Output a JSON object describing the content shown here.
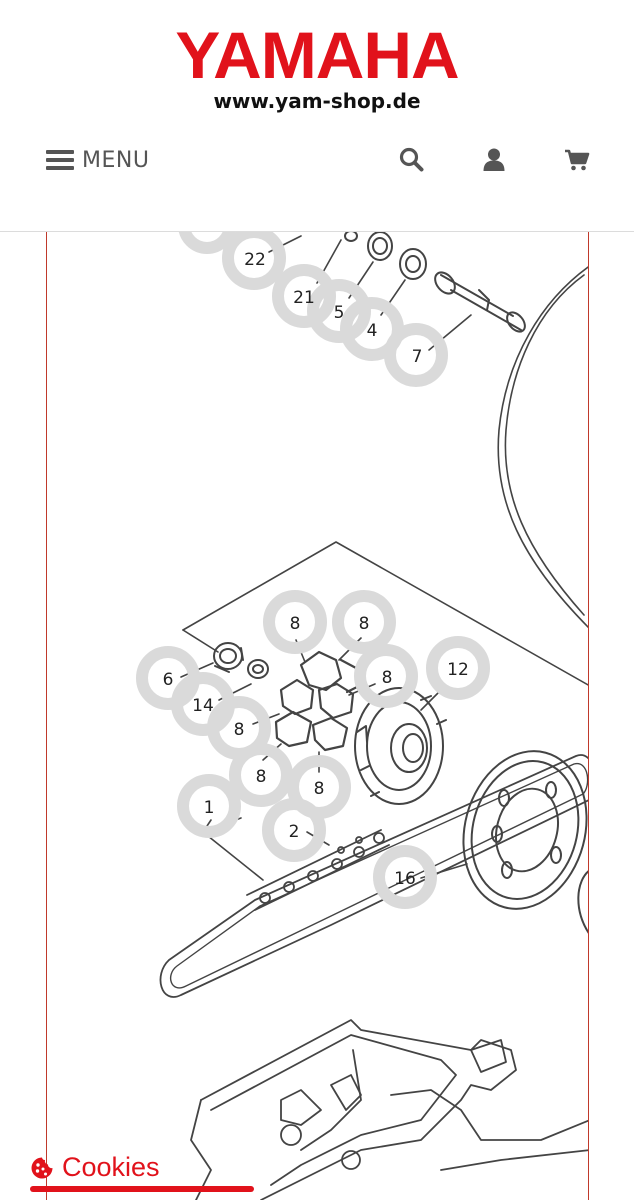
{
  "brand": {
    "name": "YAMAHA",
    "url": "www.yam-shop.de",
    "color": "#e1121b"
  },
  "header": {
    "menu_label": "MENU",
    "icons": [
      "search-icon",
      "user-icon",
      "cart-icon"
    ]
  },
  "diagram": {
    "callouts": [
      "22",
      "21",
      "5",
      "4",
      "7",
      "8",
      "8",
      "6",
      "12",
      "8",
      "14",
      "8",
      "8",
      "8",
      "1",
      "2",
      "16"
    ]
  },
  "cookies": {
    "label": "Cookies",
    "icon": "cookie-icon"
  }
}
